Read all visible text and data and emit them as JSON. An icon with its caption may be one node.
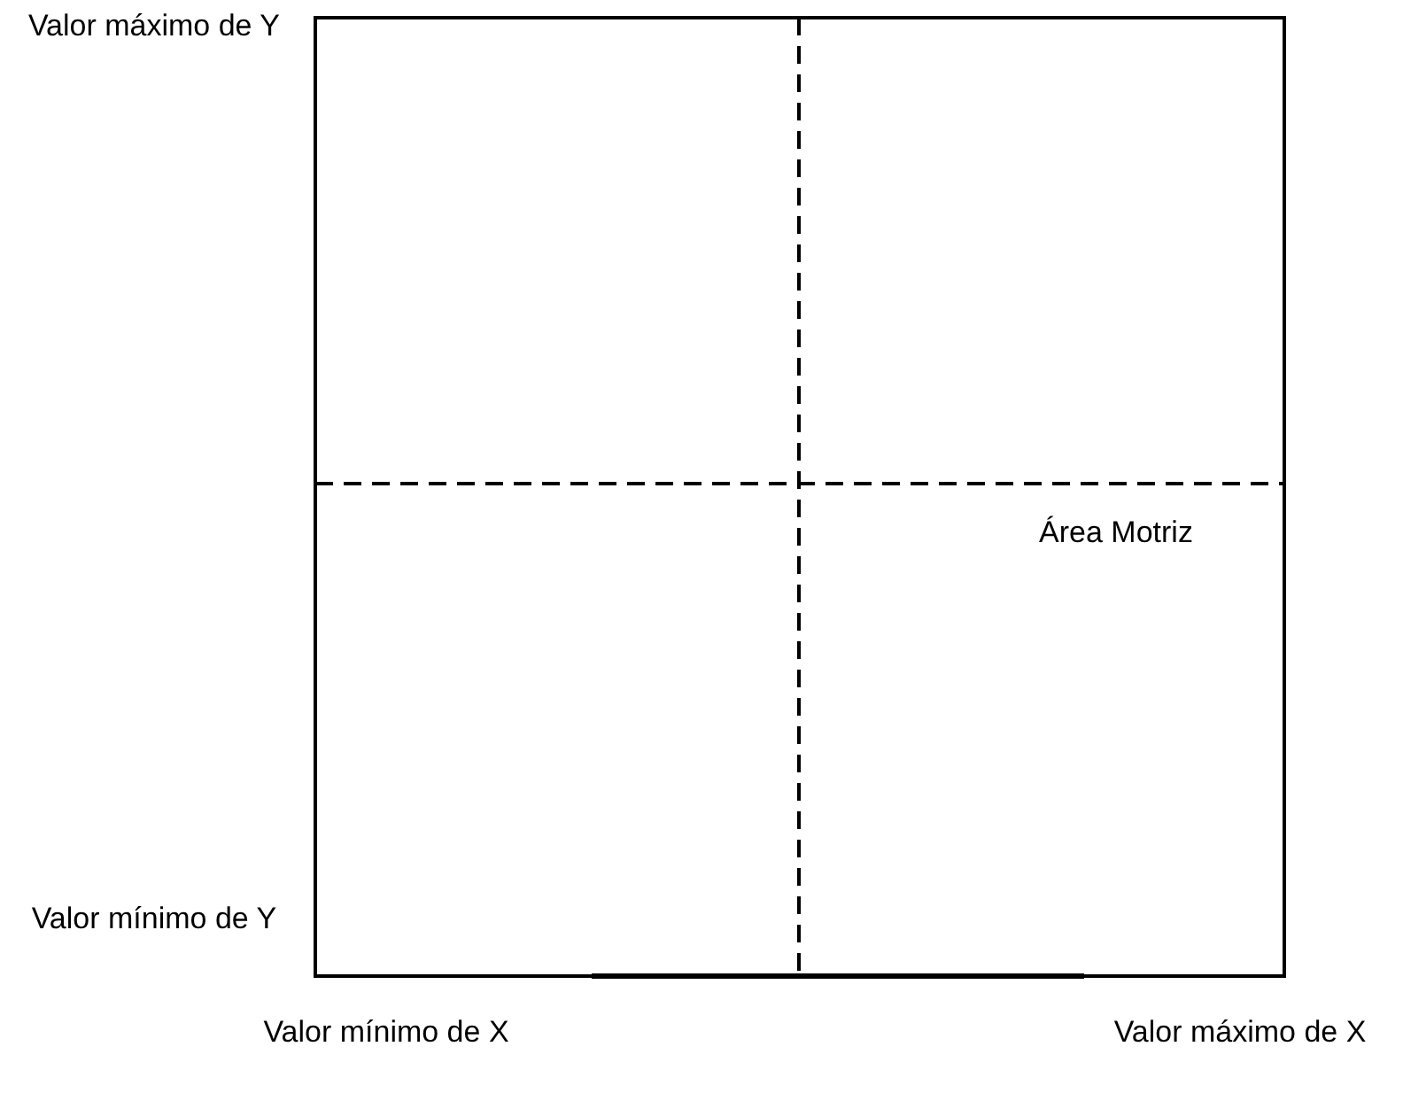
{
  "diagram": {
    "labels": [
      "Valor máximo de Y",
      "Área Motriz",
      "Valor mínimo de Y",
      "Valor mínimo de X",
      "Valor máximo de X"
    ]
  }
}
